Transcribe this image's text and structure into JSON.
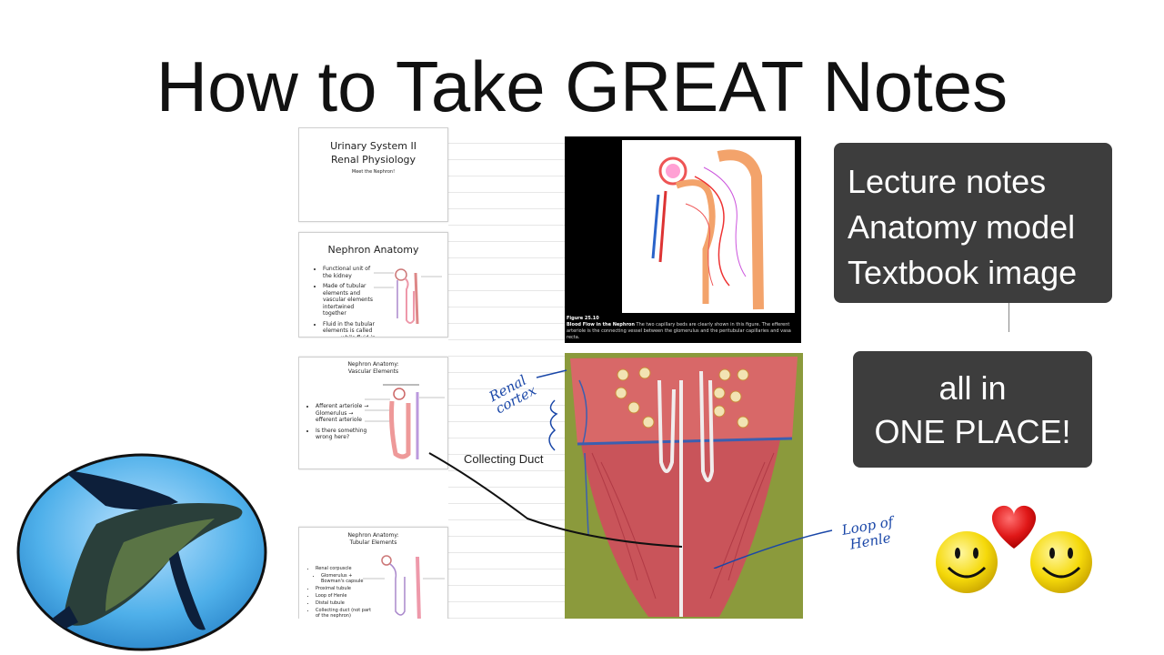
{
  "title": "How to Take GREAT Notes",
  "slides": [
    {
      "title": "Urinary System II",
      "title2": "Renal Physiology",
      "subtitle": "Meet the Nephron!"
    },
    {
      "title": "Nephron Anatomy",
      "bullets": [
        "Functional unit of the kidney",
        "Made of tubular elements and vascular elements intertwined together",
        "Fluid in the tubular elements is called ______ while fluid in the vascular elements is called BLOOD"
      ]
    },
    {
      "title": "Nephron Anatomy:",
      "title2": "Vascular Elements",
      "bullets": [
        "Afferent arteriole → Glomerulus → efferent arteriole",
        "Is there something wrong here?"
      ]
    },
    {
      "title": "Nephron Anatomy:",
      "title2": "Tubular Elements",
      "bullets": [
        "Renal corpuscle",
        "Glomerulus + Bowman's capsule",
        "Proximal tubule",
        "Loop of Henle",
        "Distal tubule",
        "Collecting duct (not part of the nephron)"
      ]
    }
  ],
  "textbook_caption": {
    "figure": "Figure 25.10",
    "bold": "Blood Flow in the Nephron",
    "text": "The two capillary beds are clearly shown in this figure. The efferent arteriole is the connecting vessel between the glomerulus and the peritubular capillaries and vasa recta."
  },
  "annotations": {
    "renal_cortex": [
      "Renal",
      "cortex"
    ],
    "collecting_duct": "Collecting Duct",
    "loop_of_henle": [
      "Loop of",
      "Henle"
    ]
  },
  "callout1": [
    "Lecture notes",
    "Anatomy model",
    "Textbook image"
  ],
  "callout2": [
    "all in",
    "ONE PLACE!"
  ],
  "colors": {
    "callout_bg": "#3d3d3d",
    "annotation_blue": "#1a47a8",
    "model_red": "#c9545a",
    "smiley": "#f5d90a",
    "heart": "#e01818"
  }
}
